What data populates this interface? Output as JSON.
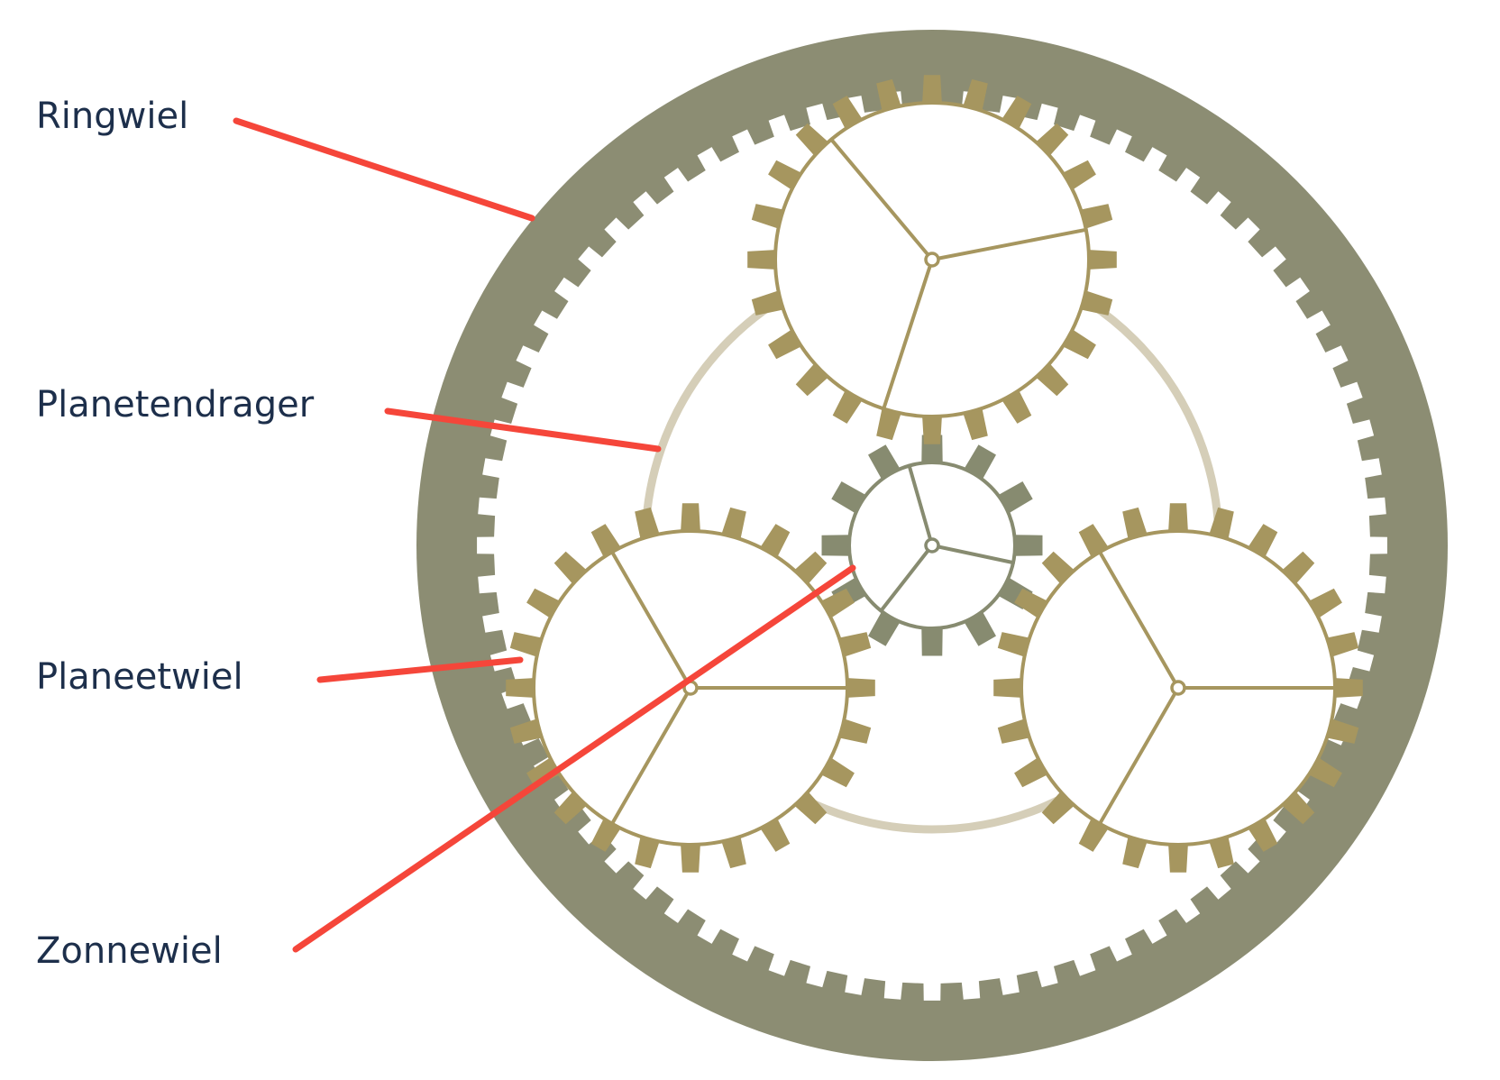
{
  "labels": {
    "ring_gear": "Ringwiel",
    "planet_carrier": "Planetendrager",
    "planet_gear": "Planeetwiel",
    "sun_gear": "Zonnewiel"
  },
  "gear_teeth": {
    "ring": 72,
    "planet": 24,
    "sun": 12
  },
  "colors": {
    "ring_gear": "#8c8d73",
    "planet_gear": "#a6965f",
    "sun_gear": "#878b70",
    "planet_carrier": "#d5ceb8",
    "leader_line": "#f5463a",
    "label_text": "#1d2f4b"
  }
}
